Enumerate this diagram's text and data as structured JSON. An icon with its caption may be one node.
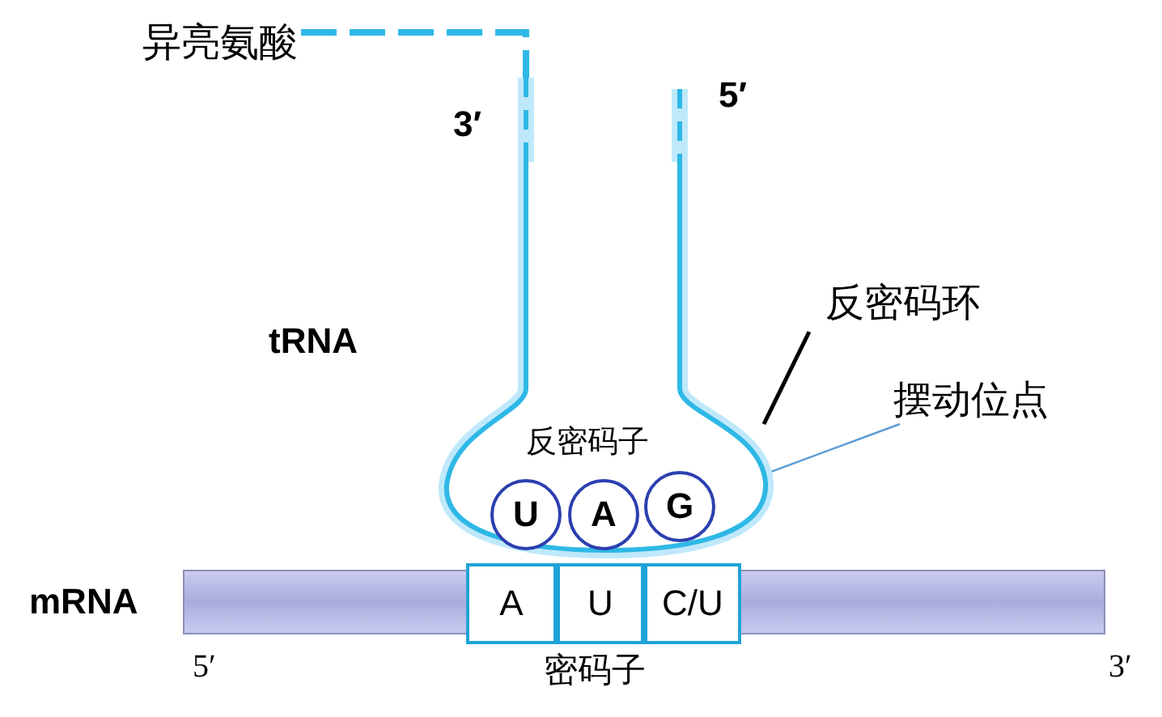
{
  "diagram": {
    "nodes": [
      {
        "text": [
          "反密码环"
        ]
      },
      {
        "text": [
          "反密码子"
        ]
      },
      {
        "text": [
          "U"
        ],
        "in": 1
      },
      {
        "text": [
          "A"
        ],
        "in": 1
      },
      {
        "text": [
          "G"
        ],
        "in": 1
      },
      {
        "text": [
          "摆动位点"
        ]
      },
      {
        "text": [
          "异亮氨酸"
        ]
      },
      {
        "text": [
          "mRNA"
        ],
        "beside": [
          "5′",
          "3′"
        ]
      },
      {
        "text": [
          "A"
        ]
      },
      {
        "text": [
          "U"
        ]
      },
      {
        "text": [
          "C/U"
        ]
      }
    ],
    "edges": [
      {
        "from": 0,
        "to": 1,
        "arrow": "none"
      },
      {
        "from": 5,
        "to": 4,
        "arrow": "none",
        "color": "#5b9bd5"
      },
      {
        "from": 6,
        "to": 1,
        "arrow": "none",
        "style": "dashed",
        "color": "#2eb8e6"
      }
    ],
    "labels": [
      "3′",
      "5′",
      "tRNA",
      "密码子"
    ]
  }
}
